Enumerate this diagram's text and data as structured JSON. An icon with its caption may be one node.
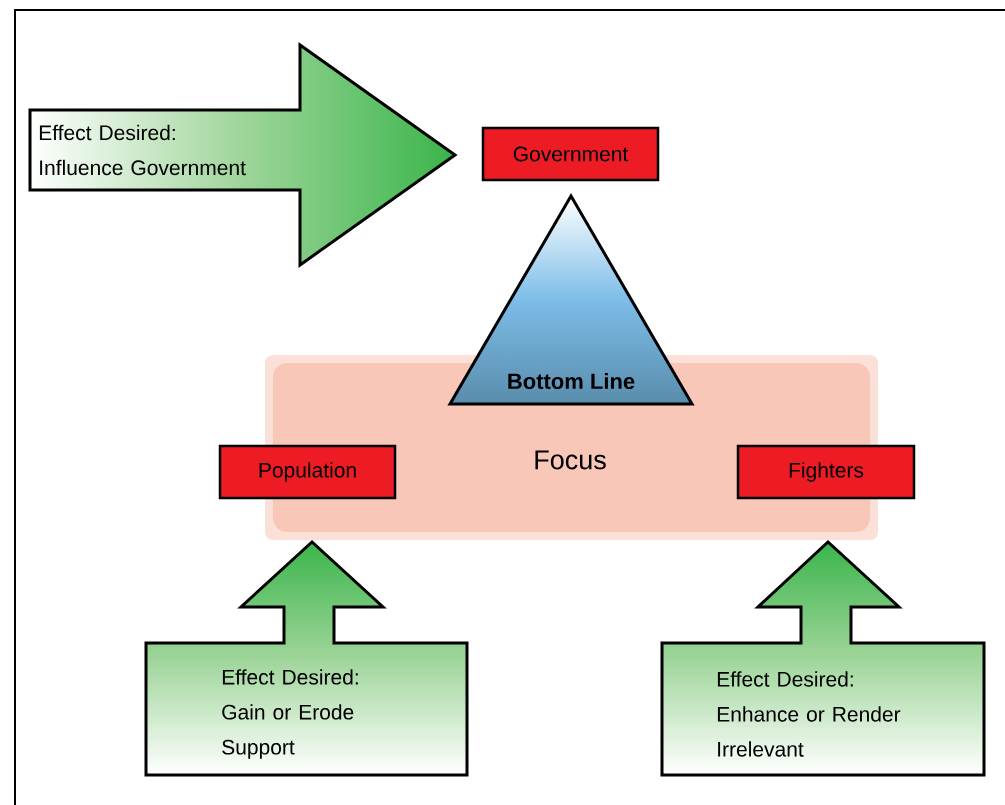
{
  "diagram": {
    "nodes": [
      {
        "text": [
          "Effect Desired:",
          "Influence Government"
        ]
      },
      {
        "text": [
          "Government"
        ]
      },
      {
        "text": [
          "Focus"
        ]
      },
      {
        "text": [
          "Bottom Line"
        ]
      },
      {
        "text": [
          "Population"
        ]
      },
      {
        "text": [
          "Fighters"
        ]
      },
      {
        "text": [
          "Effect Desired:",
          "Gain or Erode Support"
        ]
      },
      {
        "text": [
          "Effect Desired:",
          "Enhance or Render Irrelevant"
        ]
      }
    ]
  }
}
